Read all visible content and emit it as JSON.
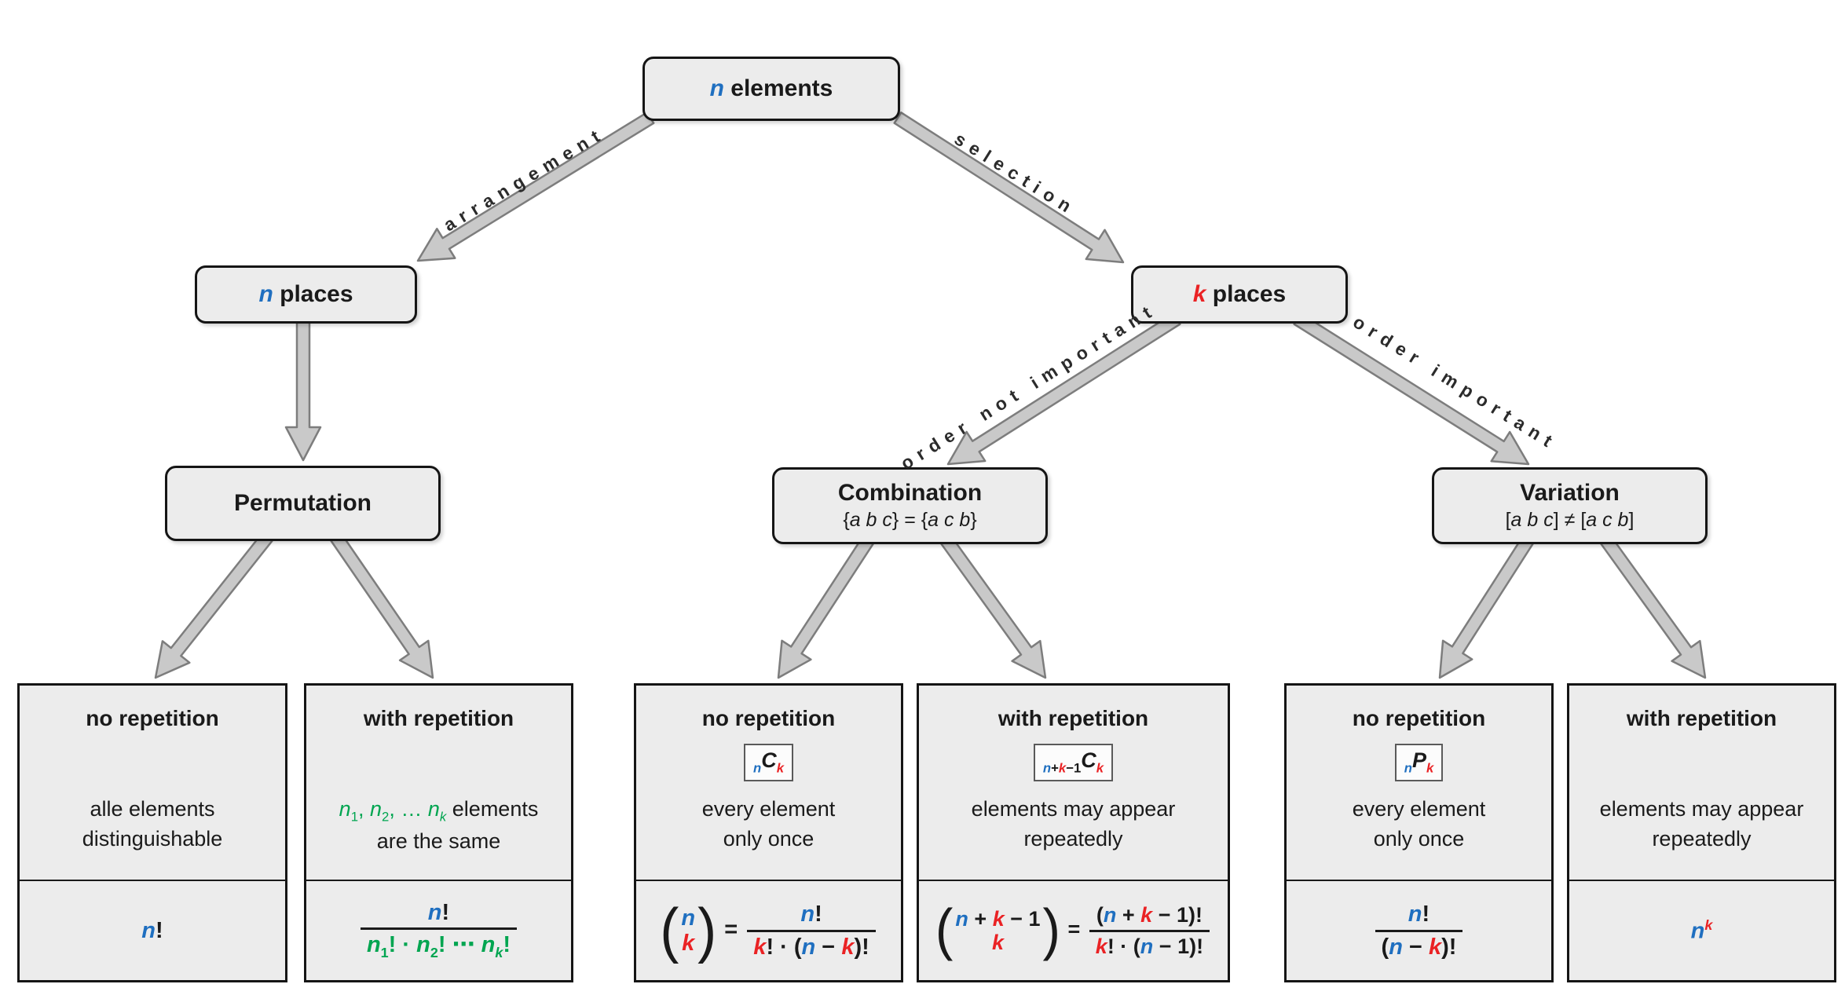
{
  "colors": {
    "blue": "#1f6fc0",
    "red": "#ea2224",
    "green": "#00a550",
    "black": "#1a1a1a"
  },
  "nodes": {
    "elements": {
      "math": [
        {
          "t": "n",
          "c": "blue"
        }
      ],
      "text": " elements"
    },
    "n_places": {
      "math": [
        {
          "t": "n",
          "c": "blue"
        }
      ],
      "text": " places"
    },
    "k_places": {
      "math": [
        {
          "t": "k",
          "c": "red"
        }
      ],
      "text": " places"
    },
    "permutation": {
      "title": "Permutation"
    },
    "combination": {
      "title": "Combination",
      "subtitle": [
        {
          "t": "{",
          "up": 1
        },
        {
          "t": "a b c"
        },
        {
          "t": "}",
          "up": 1
        },
        {
          "t": " = ",
          "up": 1
        },
        {
          "t": "{",
          "up": 1
        },
        {
          "t": "a c b"
        },
        {
          "t": "}",
          "up": 1
        }
      ]
    },
    "variation": {
      "title": "Variation",
      "subtitle": [
        {
          "t": "[",
          "up": 1
        },
        {
          "t": "a b c"
        },
        {
          "t": "]",
          "up": 1
        },
        {
          "t": " ≠ ",
          "up": 1
        },
        {
          "t": "[",
          "up": 1
        },
        {
          "t": "a c b"
        },
        {
          "t": "]",
          "up": 1
        }
      ]
    }
  },
  "edges": {
    "arrangement": "arrangement",
    "selection": "selection",
    "order_not_important": "order not important",
    "order_important": "order important"
  },
  "cards": [
    {
      "title": "no repetition",
      "desc": [
        [
          {
            "t": "alle elements",
            "up": 1
          }
        ],
        [
          {
            "t": "distinguishable",
            "up": 1
          }
        ]
      ],
      "formula": [
        {
          "t": "n",
          "c": "blue"
        },
        {
          "t": "!",
          "up": 1
        }
      ]
    },
    {
      "title": "with repetition",
      "desc": [
        [
          {
            "t": "n",
            "c": "green"
          },
          {
            "t": "1",
            "c": "green",
            "s": "sub",
            "up": 1
          },
          {
            "t": ", ",
            "c": "green",
            "up": 1
          },
          {
            "t": "n",
            "c": "green"
          },
          {
            "t": "2",
            "c": "green",
            "s": "sub",
            "up": 1
          },
          {
            "t": ", … ",
            "c": "green",
            "up": 1
          },
          {
            "t": "n",
            "c": "green"
          },
          {
            "t": "k",
            "c": "green",
            "s": "sub"
          },
          {
            "t": " elements",
            "up": 1
          }
        ],
        [
          {
            "t": "are the same",
            "up": 1
          }
        ]
      ],
      "formula": [
        {
          "frac": {
            "num": [
              {
                "t": "n",
                "c": "blue"
              },
              {
                "t": "!",
                "up": 1
              }
            ],
            "den": [
              {
                "t": "n",
                "c": "green"
              },
              {
                "t": "1",
                "c": "green",
                "s": "sub",
                "up": 1
              },
              {
                "t": "!",
                "c": "green",
                "up": 1
              },
              {
                "t": " · ",
                "c": "green",
                "up": 1
              },
              {
                "t": "n",
                "c": "green"
              },
              {
                "t": "2",
                "c": "green",
                "s": "sub",
                "up": 1
              },
              {
                "t": "!",
                "c": "green",
                "up": 1
              },
              {
                "t": " ⋯ ",
                "c": "green",
                "up": 1
              },
              {
                "t": "n",
                "c": "green"
              },
              {
                "t": "k",
                "c": "green",
                "s": "sub"
              },
              {
                "t": "!",
                "c": "green",
                "up": 1
              }
            ]
          }
        }
      ]
    },
    {
      "title": "no repetition",
      "badge": [
        {
          "t": "n",
          "c": "blue",
          "s": "sub"
        },
        {
          "t": "C"
        },
        {
          "t": "k",
          "c": "red",
          "s": "sub"
        }
      ],
      "desc": [
        [
          {
            "t": "every element",
            "up": 1
          }
        ],
        [
          {
            "t": "only once",
            "up": 1
          }
        ]
      ],
      "formula": [
        {
          "binom": {
            "top": [
              {
                "t": "n",
                "c": "blue"
              }
            ],
            "bot": [
              {
                "t": "k",
                "c": "red"
              }
            ]
          }
        },
        {
          "t": " = ",
          "up": 1
        },
        {
          "frac": {
            "num": [
              {
                "t": "n",
                "c": "blue"
              },
              {
                "t": "!",
                "up": 1
              }
            ],
            "den": [
              {
                "t": "k",
                "c": "red"
              },
              {
                "t": "! · (",
                "up": 1
              },
              {
                "t": "n",
                "c": "blue"
              },
              {
                "t": " − ",
                "up": 1
              },
              {
                "t": "k",
                "c": "red"
              },
              {
                "t": ")!",
                "up": 1
              }
            ]
          }
        }
      ]
    },
    {
      "title": "with repetition",
      "badge": [
        {
          "t": "n",
          "c": "blue",
          "s": "sub"
        },
        {
          "t": "+",
          "up": 1,
          "s": "sub"
        },
        {
          "t": "k",
          "c": "red",
          "s": "sub"
        },
        {
          "t": "−1",
          "up": 1,
          "s": "sub"
        },
        {
          "t": "C"
        },
        {
          "t": "k",
          "c": "red",
          "s": "sub"
        }
      ],
      "desc": [
        [
          {
            "t": "elements may appear",
            "up": 1
          }
        ],
        [
          {
            "t": "repeatedly",
            "up": 1
          }
        ]
      ],
      "formula": [
        {
          "binom": {
            "top": [
              {
                "t": "n",
                "c": "blue"
              },
              {
                "t": " + ",
                "up": 1
              },
              {
                "t": "k",
                "c": "red"
              },
              {
                "t": " − 1",
                "up": 1
              }
            ],
            "bot": [
              {
                "t": "k",
                "c": "red"
              }
            ]
          }
        },
        {
          "t": " = ",
          "up": 1
        },
        {
          "frac": {
            "num": [
              {
                "t": "(",
                "up": 1
              },
              {
                "t": "n",
                "c": "blue"
              },
              {
                "t": " + ",
                "up": 1
              },
              {
                "t": "k",
                "c": "red"
              },
              {
                "t": " − 1",
                "up": 1
              },
              {
                "t": ")!",
                "up": 1
              }
            ],
            "den": [
              {
                "t": "k",
                "c": "red"
              },
              {
                "t": "! · (",
                "up": 1
              },
              {
                "t": "n",
                "c": "blue"
              },
              {
                "t": " − 1)!",
                "up": 1
              }
            ]
          }
        }
      ]
    },
    {
      "title": "no repetition",
      "badge": [
        {
          "t": "n",
          "c": "blue",
          "s": "sub"
        },
        {
          "t": "P"
        },
        {
          "t": "k",
          "c": "red",
          "s": "sub"
        }
      ],
      "desc": [
        [
          {
            "t": "every element",
            "up": 1
          }
        ],
        [
          {
            "t": "only once",
            "up": 1
          }
        ]
      ],
      "formula": [
        {
          "frac": {
            "num": [
              {
                "t": "n",
                "c": "blue"
              },
              {
                "t": "!",
                "up": 1
              }
            ],
            "den": [
              {
                "t": "(",
                "up": 1
              },
              {
                "t": "n",
                "c": "blue"
              },
              {
                "t": " − ",
                "up": 1
              },
              {
                "t": "k",
                "c": "red"
              },
              {
                "t": ")!",
                "up": 1
              }
            ]
          }
        }
      ]
    },
    {
      "title": "with repetition",
      "desc": [
        [
          {
            "t": "elements may appear",
            "up": 1
          }
        ],
        [
          {
            "t": "repeatedly",
            "up": 1
          }
        ]
      ],
      "formula": [
        {
          "t": "n",
          "c": "blue"
        },
        {
          "t": "k",
          "c": "red",
          "s": "sup"
        }
      ]
    }
  ]
}
